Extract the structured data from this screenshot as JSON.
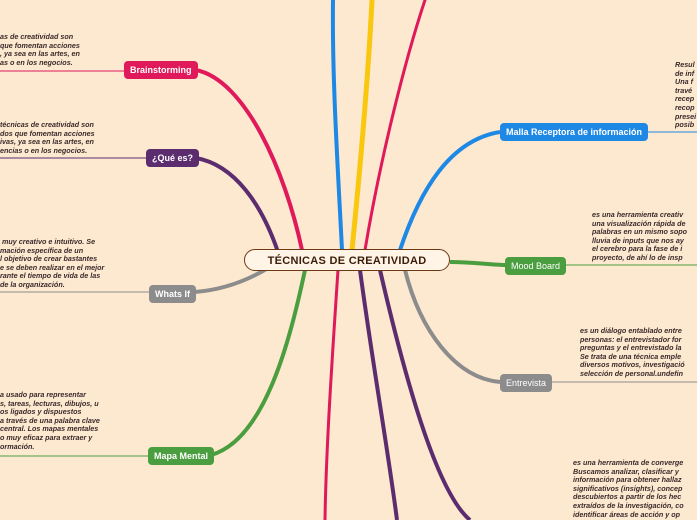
{
  "central_topic": "TÉCNICAS DE CREATIVIDAD",
  "branches": {
    "brainstorming": {
      "label": "Brainstorming",
      "color": "#e0195a",
      "note": "as de creatividad son\nque fomentan acciones\n, ya sea en las artes, en\nas o en los negocios."
    },
    "que_es": {
      "label": "¿Qué es?",
      "color": "#5c2d6e",
      "note": "técnicas de creatividad son\ndos que fomentan acciones\nivas, ya sea en las artes, en\nencias o en los negocios."
    },
    "whats_if": {
      "label": "Whats If",
      "color": "#8c8c8c",
      "note": " muy creativo e intuitivo. Se\nmación específica de un\nl objetivo de crear bastantes\ne se deben realizar en el mejor\nrante el tiempo de vida de las\nde la organización."
    },
    "mapa_mental": {
      "label": "Mapa Mental",
      "color": "#4a9e3f",
      "note": "a usado para representar\ns, tareas, lecturas, dibujos, u\nos ligados y dispuestos\na través de una palabra clave\ncentral. Los mapas mentales\no muy eficaz para extraer y\normación."
    },
    "malla_receptora": {
      "label": "Malla Receptora de información",
      "color": "#1e88e5",
      "note": "Resul\nde inf\nUna f\ntravé\nrecep\nrecop\npresei\nposib"
    },
    "mood_board": {
      "label": "Mood Board",
      "color": "#4a9e3f",
      "note": "es una herramienta creativ\nuna visualización rápida de\npalabras en un mismo sopo\nlluvia de inputs que nos ay\nel cerebro para la fase de i\nproyecto, de ahí lo de insp"
    },
    "entrevista": {
      "label": "Entrevista",
      "color": "#8c8c8c",
      "note": "es un diálogo entablado entre\npersonas: el entrevistador for\npreguntas y el entrevistado la\nSe trata de una técnica emple\ndiversos motivos, investigació\nselección de personal.undefin"
    },
    "bottom_right": {
      "note": "es una herramienta de converge\nBuscamos analizar, clasificar y\ninformación para obtener hallaz\nsignificativos (insights), concep\ndescubiertos a partir de los hec\nextraídos de la investigación, co\nidentificar áreas de acción y op"
    }
  },
  "colors": {
    "background": "#fde8d0",
    "yellow": "#f9c80e",
    "blue": "#1e88e5",
    "pink": "#e0195a",
    "purple": "#5c2d6e",
    "gray": "#8c8c8c",
    "green": "#4a9e3f"
  }
}
